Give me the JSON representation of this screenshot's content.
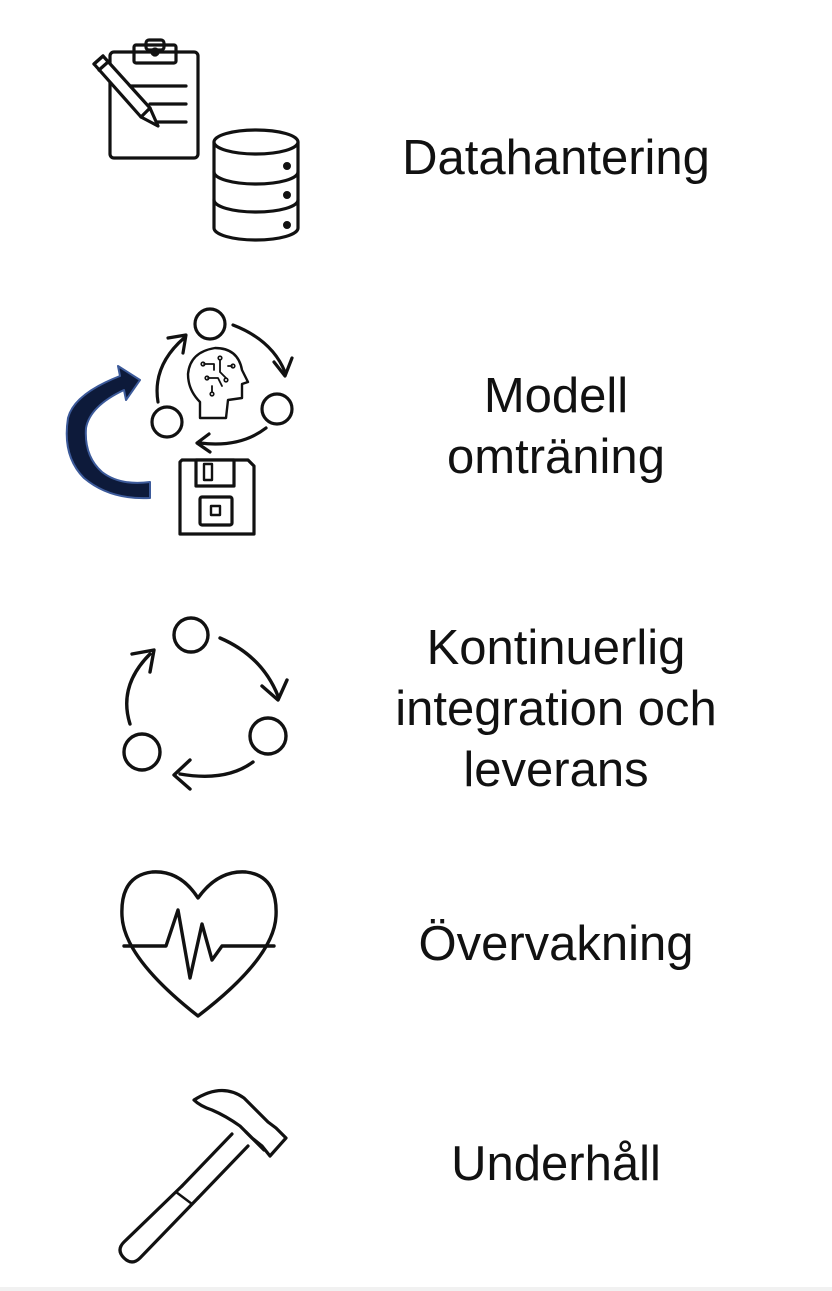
{
  "colors": {
    "stroke": "#111111",
    "accent_arrow_fill": "#0d1a3a",
    "accent_arrow_outline": "#3c5a9a",
    "background": "#ffffff"
  },
  "steps": [
    {
      "icon": "clipboard-database-icon",
      "lines": [
        "Datahantering"
      ]
    },
    {
      "icon": "model-retraining-icon",
      "lines": [
        "Modell",
        "omträning"
      ]
    },
    {
      "icon": "cycle-arrows-icon",
      "lines": [
        "Kontinuerlig",
        "integration och",
        "leverans"
      ]
    },
    {
      "icon": "heart-pulse-icon",
      "lines": [
        "Övervakning"
      ]
    },
    {
      "icon": "hammer-icon",
      "lines": [
        "Underhåll"
      ]
    }
  ]
}
